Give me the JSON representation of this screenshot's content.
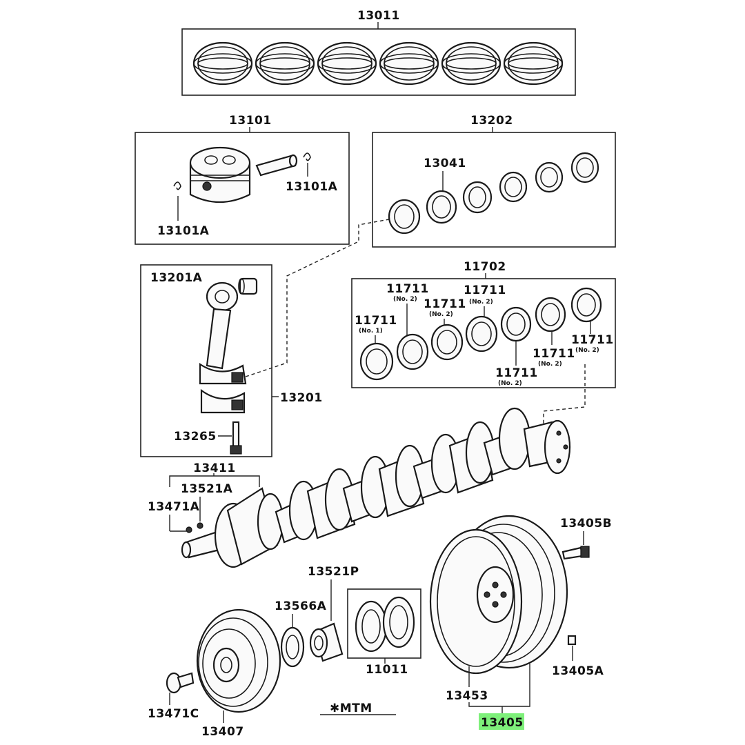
{
  "diagram": {
    "labels": {
      "piston_ring_set": "13011",
      "piston_sub_assy": "13101",
      "snap_ring_right": "13101A",
      "snap_ring_left": "13101A",
      "con_rod_bearing_set": "13202",
      "con_rod_bearing": "13041",
      "con_rod_bushing": "13201A",
      "con_rod_sub_assy": "13201",
      "con_rod_bolt": "13265",
      "crank_bearing_set": "11702",
      "crank_bearing_1": "11711",
      "crank_bearing_2": "11711",
      "crank_bearing_3": "11711",
      "crank_bearing_4": "11711",
      "crank_bearing_5": "11711",
      "crank_bearing_6": "11711",
      "crank_bearing_7": "11711",
      "crankshaft": "13411",
      "crank_pin": "13521A",
      "pin_13471a": "13471A",
      "thrust_washer_set": "11011",
      "bushing_13521p": "13521P",
      "gear_13566a": "13566A",
      "pulley": "13407",
      "pulley_bolt": "13471C",
      "flywheel_bolt": "13405B",
      "flywheel_pin": "13405A",
      "ring_gear": "13453",
      "flywheel_assy": "13405",
      "mtm_note": "✱MTM"
    },
    "sublabels": {
      "no1": "(No. 1)",
      "no2": "(No. 2)"
    },
    "colors": {
      "highlight": "#7ef07a",
      "line": "#222222"
    }
  }
}
